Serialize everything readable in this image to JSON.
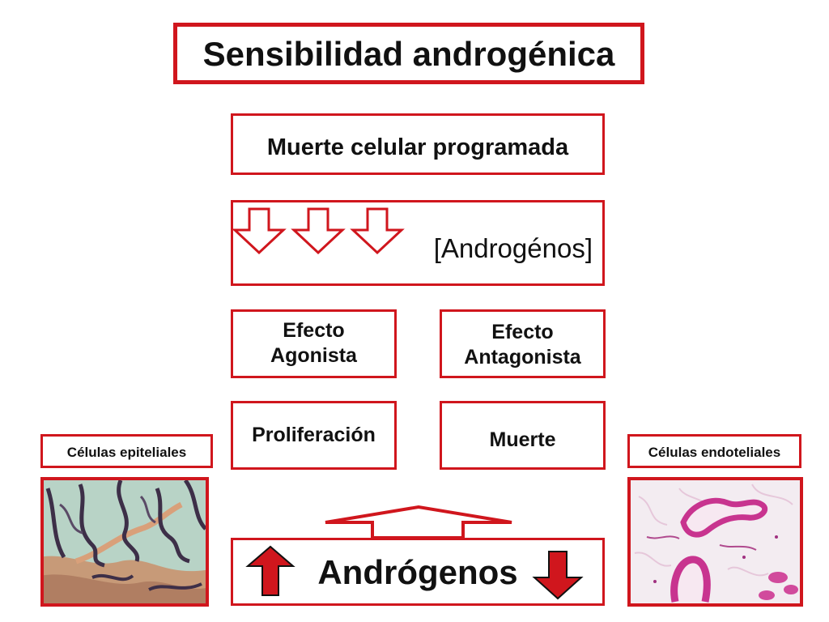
{
  "title": "Sensibilidad androgénica",
  "apoptosis_box": "Muerte celular programada",
  "androgen_conc_label": "[Androgénos]",
  "agonist_box": {
    "line1": "Efecto",
    "line2": "Agonista"
  },
  "antagonist_box": {
    "line1": "Efecto",
    "line2": "Antagonista"
  },
  "proliferation_box": "Proliferación",
  "death_box": "Muerte",
  "androgens_box": "Andrógenos",
  "left_caption": "Células epiteliales",
  "right_caption": "Células endoteliales",
  "colors": {
    "accent": "#d0161d",
    "text": "#111111",
    "background": "#ffffff"
  }
}
